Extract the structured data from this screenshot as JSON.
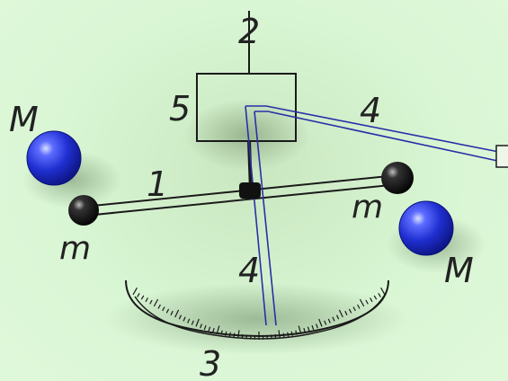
{
  "labels": {
    "thread": "2",
    "mirror": "5",
    "light_ray_top": "4",
    "light_ray_bottom": "4",
    "rod": "1",
    "scale": "3",
    "small_mass_left": "m",
    "small_mass_right": "m",
    "large_mass_left": "M",
    "large_mass_right": "M"
  },
  "colors": {
    "background": "#d7f5d2",
    "line": "#1a1a1a",
    "light_ray": "#2a2ea8",
    "large_mass": "#1f2fd0",
    "small_mass": "#111111"
  },
  "scale_tick_count": 60
}
